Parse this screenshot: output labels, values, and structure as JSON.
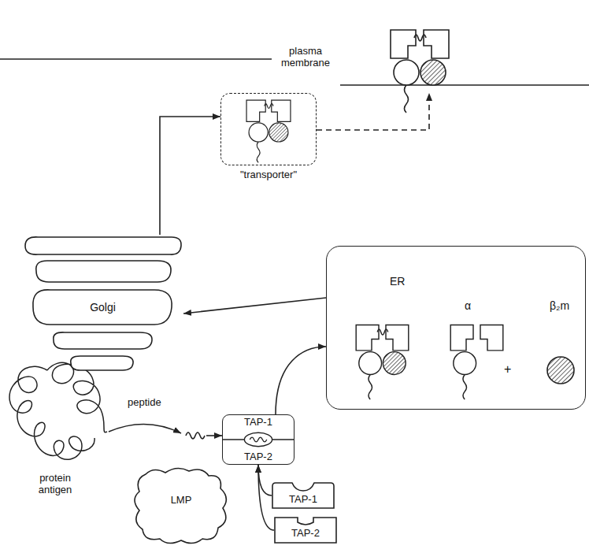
{
  "diagram": {
    "nodes": [
      {
        "text": [
          "\"transporter\""
        ]
      },
      {
        "text": [
          "Golgi"
        ]
      },
      {
        "text": [
          "ER"
        ]
      },
      {
        "text": [
          "LMP"
        ]
      },
      {
        "text": [
          "TAP-1",
          "TAP-2"
        ]
      },
      {
        "text": [
          "TAP-1"
        ]
      },
      {
        "text": [
          "TAP-2"
        ]
      }
    ],
    "edges": [
      {
        "from": 5,
        "to": 4,
        "arrow": "to"
      },
      {
        "from": 6,
        "to": 4,
        "arrow": "to"
      },
      {
        "from": 4,
        "to": 2,
        "arrow": "to"
      },
      {
        "from": 2,
        "to": 1,
        "arrow": "to"
      },
      {
        "from": 1,
        "to": 0,
        "arrow": "to"
      }
    ],
    "labels": [
      "plasma membrane",
      "α",
      "β₂m",
      "+",
      "peptide",
      "protein antigen"
    ]
  }
}
